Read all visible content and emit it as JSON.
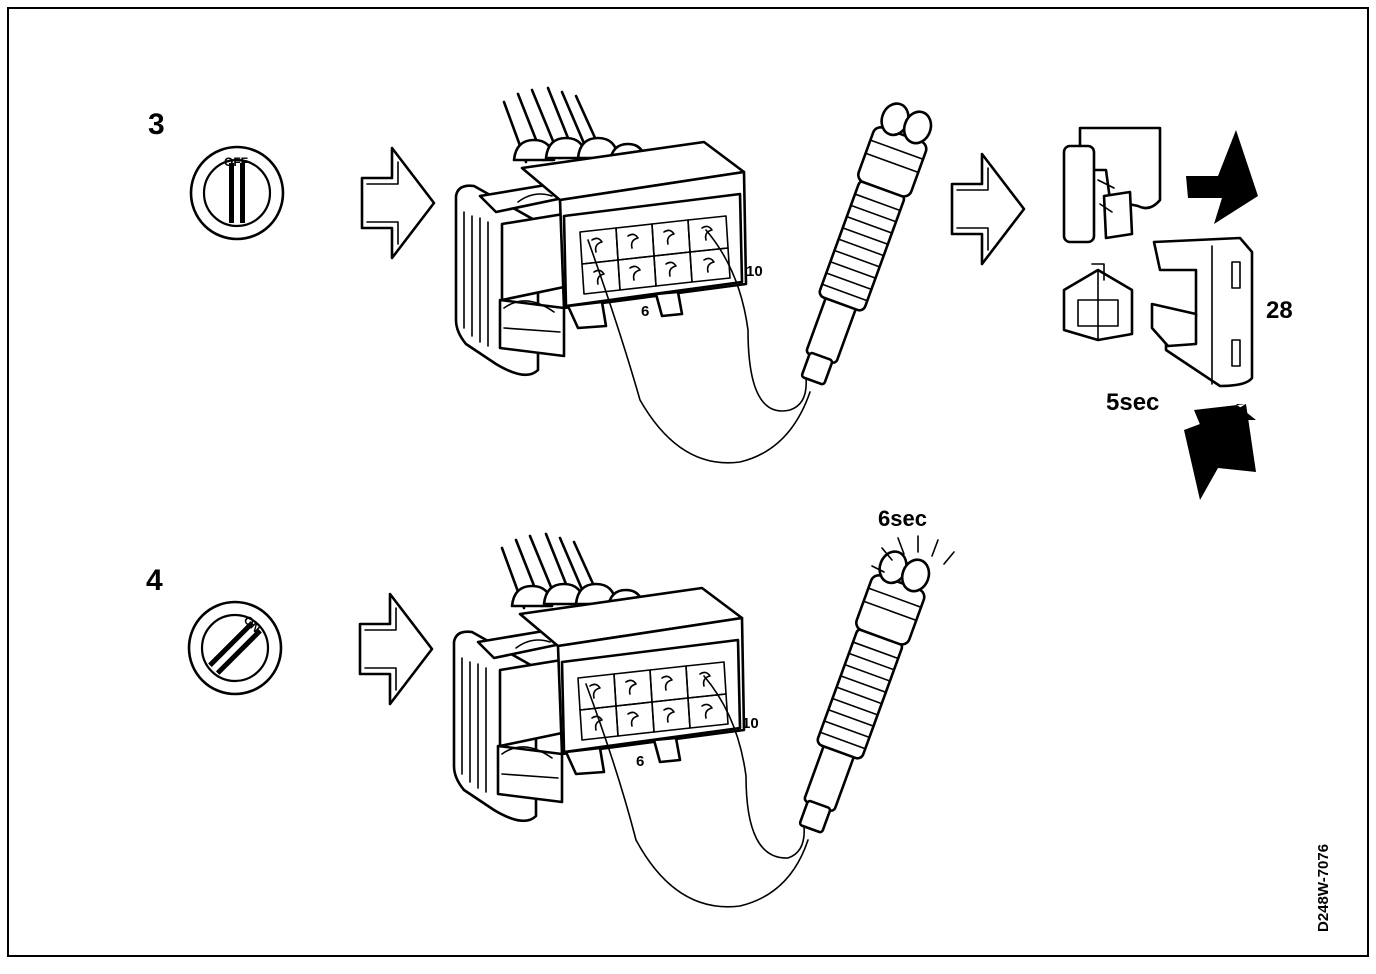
{
  "steps": [
    {
      "number": "3",
      "switch_label": "OFF",
      "pin_labels": {
        "left": "6",
        "right": "10"
      }
    },
    {
      "number": "4",
      "switch_label": "ON",
      "pin_labels": {
        "left": "6",
        "right": "10"
      },
      "lamp_duration": "6sec"
    }
  ],
  "fuse": {
    "label": "28",
    "duration": "5sec"
  },
  "figure_code": "D248W-7076",
  "icons": [
    "ignition-key-icon",
    "hollow-arrow-icon",
    "connector-plug",
    "test-lamp",
    "fuse-holder",
    "solid-arrow-icon"
  ],
  "colors": {
    "ink": "#000000",
    "paper": "#ffffff"
  }
}
